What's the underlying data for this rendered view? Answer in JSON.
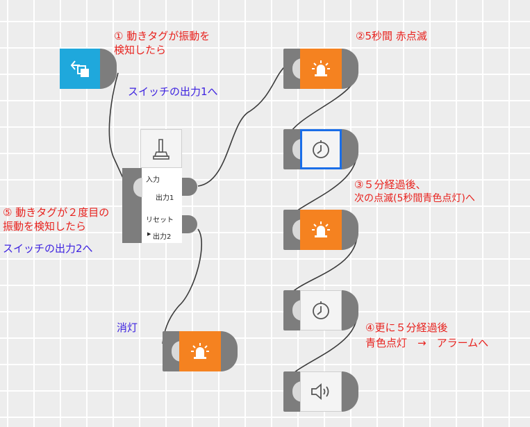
{
  "annotations": {
    "step1_line1": "① 動きタグが振動を",
    "step1_line2": "検知したら",
    "step1_switch": "スイッチの出力1へ",
    "step2": "②5秒間 赤点滅",
    "step3_line1": "③５分経過後、",
    "step3_line2": "次の点滅(5秒間青色点灯)へ",
    "step4_line1": "④更に５分経過後",
    "step4_line2": "青色点灯　→　アラームへ",
    "step5_line1": "⑤ 動きタグが２度目の",
    "step5_line2": "振動を検知したら",
    "step5_switch": "スイッチの出力2へ",
    "lights_off": "消灯"
  },
  "switch_block": {
    "input_label": "入力",
    "output1_label": "出力1",
    "reset_label": "リセット",
    "output2_label": "出力2"
  },
  "blocks": [
    {
      "id": "motion-tag",
      "icon": "motion-tag-icon",
      "color": "#1fa8dc"
    },
    {
      "id": "siren-red",
      "icon": "siren-icon",
      "color": "#f58220"
    },
    {
      "id": "timer-1",
      "icon": "timer-icon",
      "selected": true
    },
    {
      "id": "siren-blue",
      "icon": "siren-icon",
      "color": "#f58220"
    },
    {
      "id": "timer-2",
      "icon": "timer-icon"
    },
    {
      "id": "speaker",
      "icon": "speaker-icon"
    },
    {
      "id": "siren-off",
      "icon": "siren-icon",
      "color": "#f58220"
    }
  ],
  "colors": {
    "annotation_red": "#e8221e",
    "annotation_purple": "#3d22e0",
    "selection_blue": "#1a6ee8"
  }
}
